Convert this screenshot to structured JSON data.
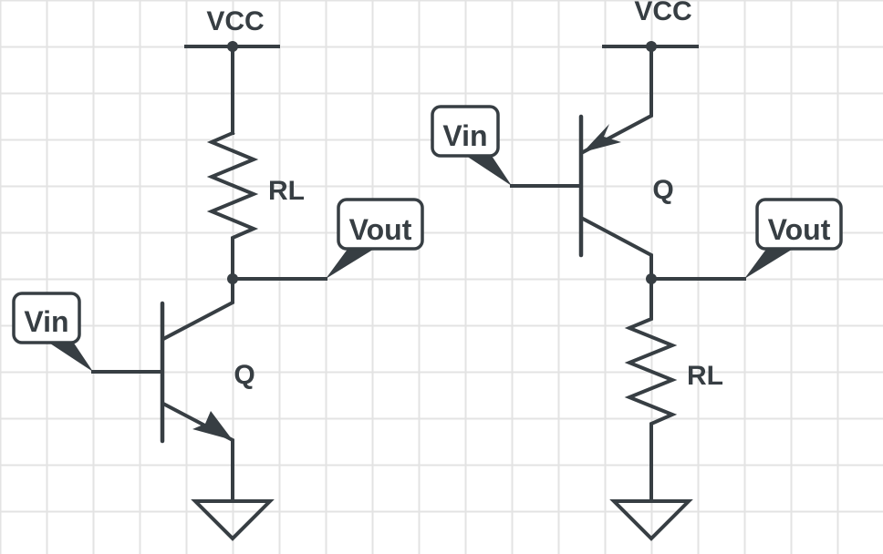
{
  "diagram": {
    "title": "",
    "colors": {
      "ink": "#373e43",
      "grid": "#e3e3e3",
      "background": "#ffffff"
    },
    "circuits": [
      {
        "name": "npn-common-emitter",
        "transistor_type": "NPN",
        "supply_label": "VCC",
        "input_label": "Vin",
        "output_label": "Vout",
        "transistor_label": "Q",
        "resistor_label": "RL",
        "ground": "ground"
      },
      {
        "name": "pnp-common-emitter",
        "transistor_type": "PNP",
        "supply_label": "VCC",
        "input_label": "Vin",
        "output_label": "Vout",
        "transistor_label": "Q",
        "resistor_label": "RL",
        "ground": "ground"
      }
    ]
  }
}
